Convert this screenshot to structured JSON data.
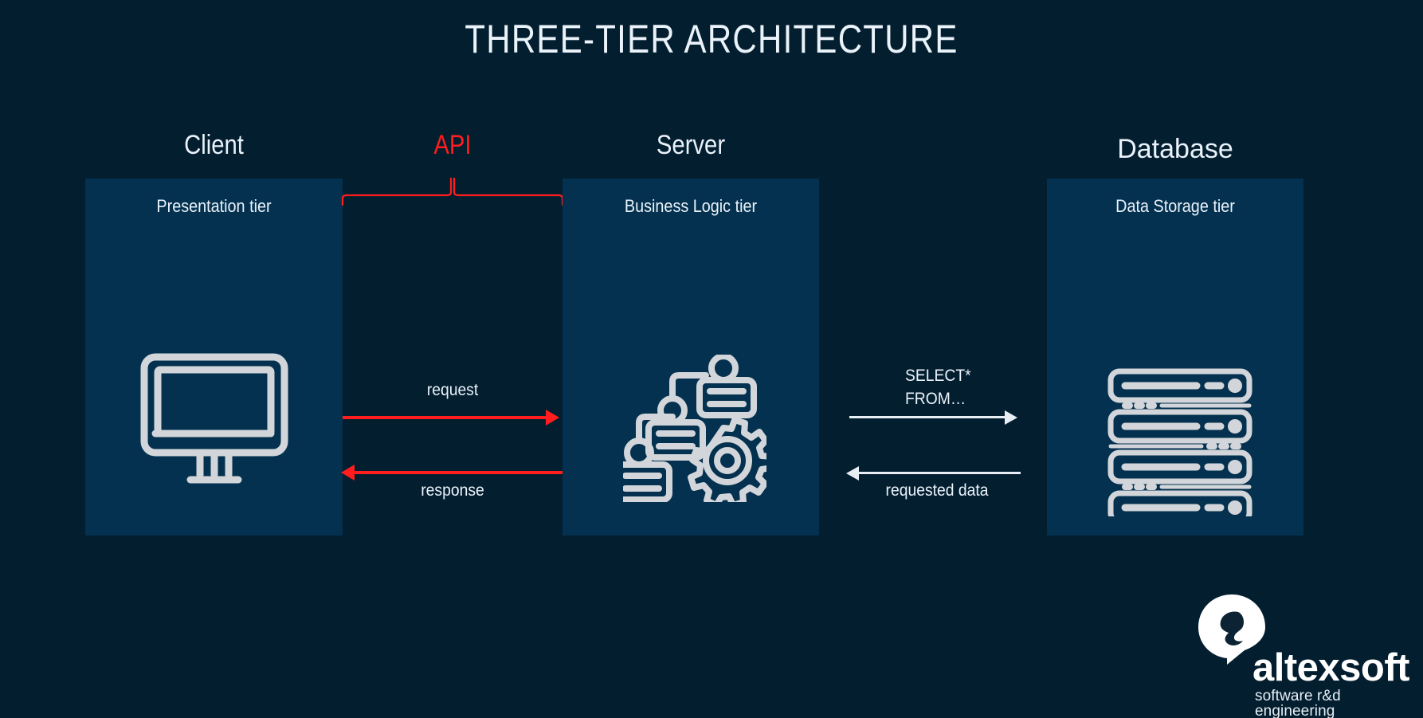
{
  "page": {
    "title": "THREE-TIER ARCHITECTURE",
    "background_color": "#031e2f",
    "panel_color": "#04314f",
    "accent_color": "#ff1d1d",
    "text_color": "#eaf2fa",
    "icon_color": "#d2d6da"
  },
  "columns": [
    {
      "key": "client",
      "label": "Client",
      "color": "#eaf2fa"
    },
    {
      "key": "api",
      "label": "API",
      "color": "#ff1d1d"
    },
    {
      "key": "server",
      "label": "Server",
      "color": "#eaf2fa"
    },
    {
      "key": "database",
      "label": "Database",
      "color": "#eaf2fa"
    }
  ],
  "tiers": [
    {
      "key": "presentation",
      "label": "Presentation tier",
      "icon": "monitor-icon"
    },
    {
      "key": "business",
      "label": "Business Logic tier",
      "icon": "process-gear-icon"
    },
    {
      "key": "storage",
      "label": "Data Storage tier",
      "icon": "server-rack-icon"
    }
  ],
  "flows": {
    "client_server": [
      {
        "key": "request",
        "label": "request",
        "direction": "right",
        "color": "#ff1d1d"
      },
      {
        "key": "response",
        "label": "response",
        "direction": "left",
        "color": "#ff1d1d"
      }
    ],
    "server_database": [
      {
        "key": "query",
        "label_line1": "SELECT*",
        "label_line2": "FROM…",
        "direction": "right",
        "color": "#e7eef4"
      },
      {
        "key": "result",
        "label": "requested data",
        "direction": "left",
        "color": "#e7eef4"
      }
    ]
  },
  "logo": {
    "name": "altexsoft",
    "tagline": "software r&d engineering",
    "mark": "altexsoft-speech-bubble-mark"
  }
}
